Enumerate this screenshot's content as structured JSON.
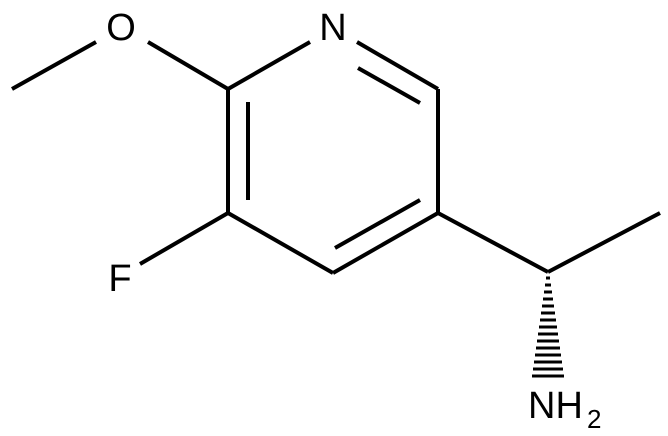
{
  "molecule": {
    "atoms": {
      "nitrogen_ring": "N",
      "oxygen": "O",
      "fluorine": "F",
      "amine": "NH",
      "amine_subscript": "2"
    }
  }
}
